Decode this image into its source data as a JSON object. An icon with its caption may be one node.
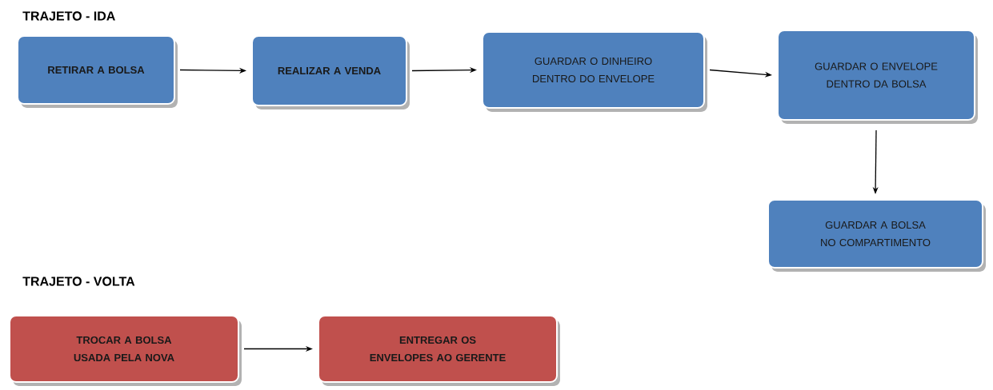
{
  "diagram": {
    "nodes": [
      {
        "text": [
          "RETIRAR A BOLSA"
        ]
      },
      {
        "text": [
          "REALIZAR A VENDA"
        ]
      },
      {
        "text": [
          "GUARDAR O DINHEIRO DENTRO DO ENVELOPE"
        ]
      },
      {
        "text": [
          "GUARDAR O ENVELOPE DENTRO DA BOLSA"
        ]
      },
      {
        "text": [
          "GUARDAR A BOLSA NO COMPARTIMENTO"
        ]
      },
      {
        "text": [
          "TROCAR A BOLSA USADA PELA NOVA"
        ]
      },
      {
        "text": [
          "ENTREGAR OS ENVELOPES AO GERENTE"
        ]
      }
    ],
    "edges": [
      {
        "from": 0,
        "to": 1,
        "arrow": "to"
      },
      {
        "from": 1,
        "to": 2,
        "arrow": "to"
      },
      {
        "from": 2,
        "to": 3,
        "arrow": "to"
      },
      {
        "from": 3,
        "to": 4,
        "arrow": "to"
      },
      {
        "from": 5,
        "to": 6,
        "arrow": "to"
      }
    ],
    "labels": [
      "TRAJETO - IDA",
      "TRAJETO - VOLTA"
    ]
  }
}
